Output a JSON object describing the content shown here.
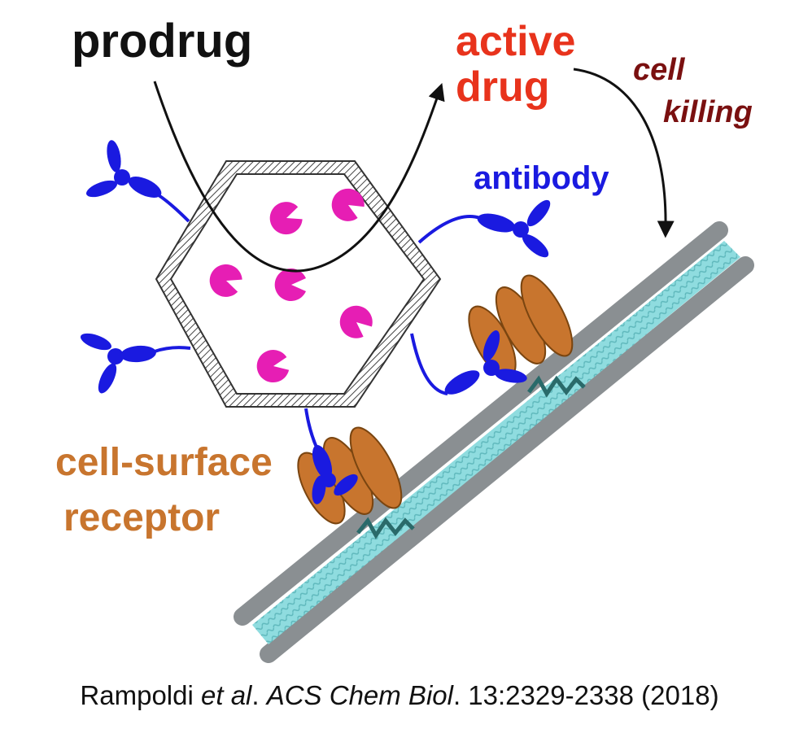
{
  "labels": {
    "prodrug": "prodrug",
    "active_line1": "active",
    "active_line2": "drug",
    "cell_line1": "cell",
    "cell_line2": "killing",
    "antibody": "antibody",
    "receptor_line1": "cell-surface",
    "receptor_line2": "receptor"
  },
  "citation": {
    "author": "Rampoldi ",
    "etal": "et al",
    "sep1": ". ",
    "journal": "ACS Chem Biol",
    "rest": ". 13:2329-2338 (2018)"
  },
  "colors": {
    "prodrug": "#111111",
    "active_drug": "#e8331c",
    "cell_killing": "#7a1010",
    "antibody": "#1a1ae0",
    "receptor": "#c8752e",
    "drug_particle": "#e61eb4",
    "membrane": "#8a8f92",
    "membrane_fill": "#7fd3d6"
  }
}
